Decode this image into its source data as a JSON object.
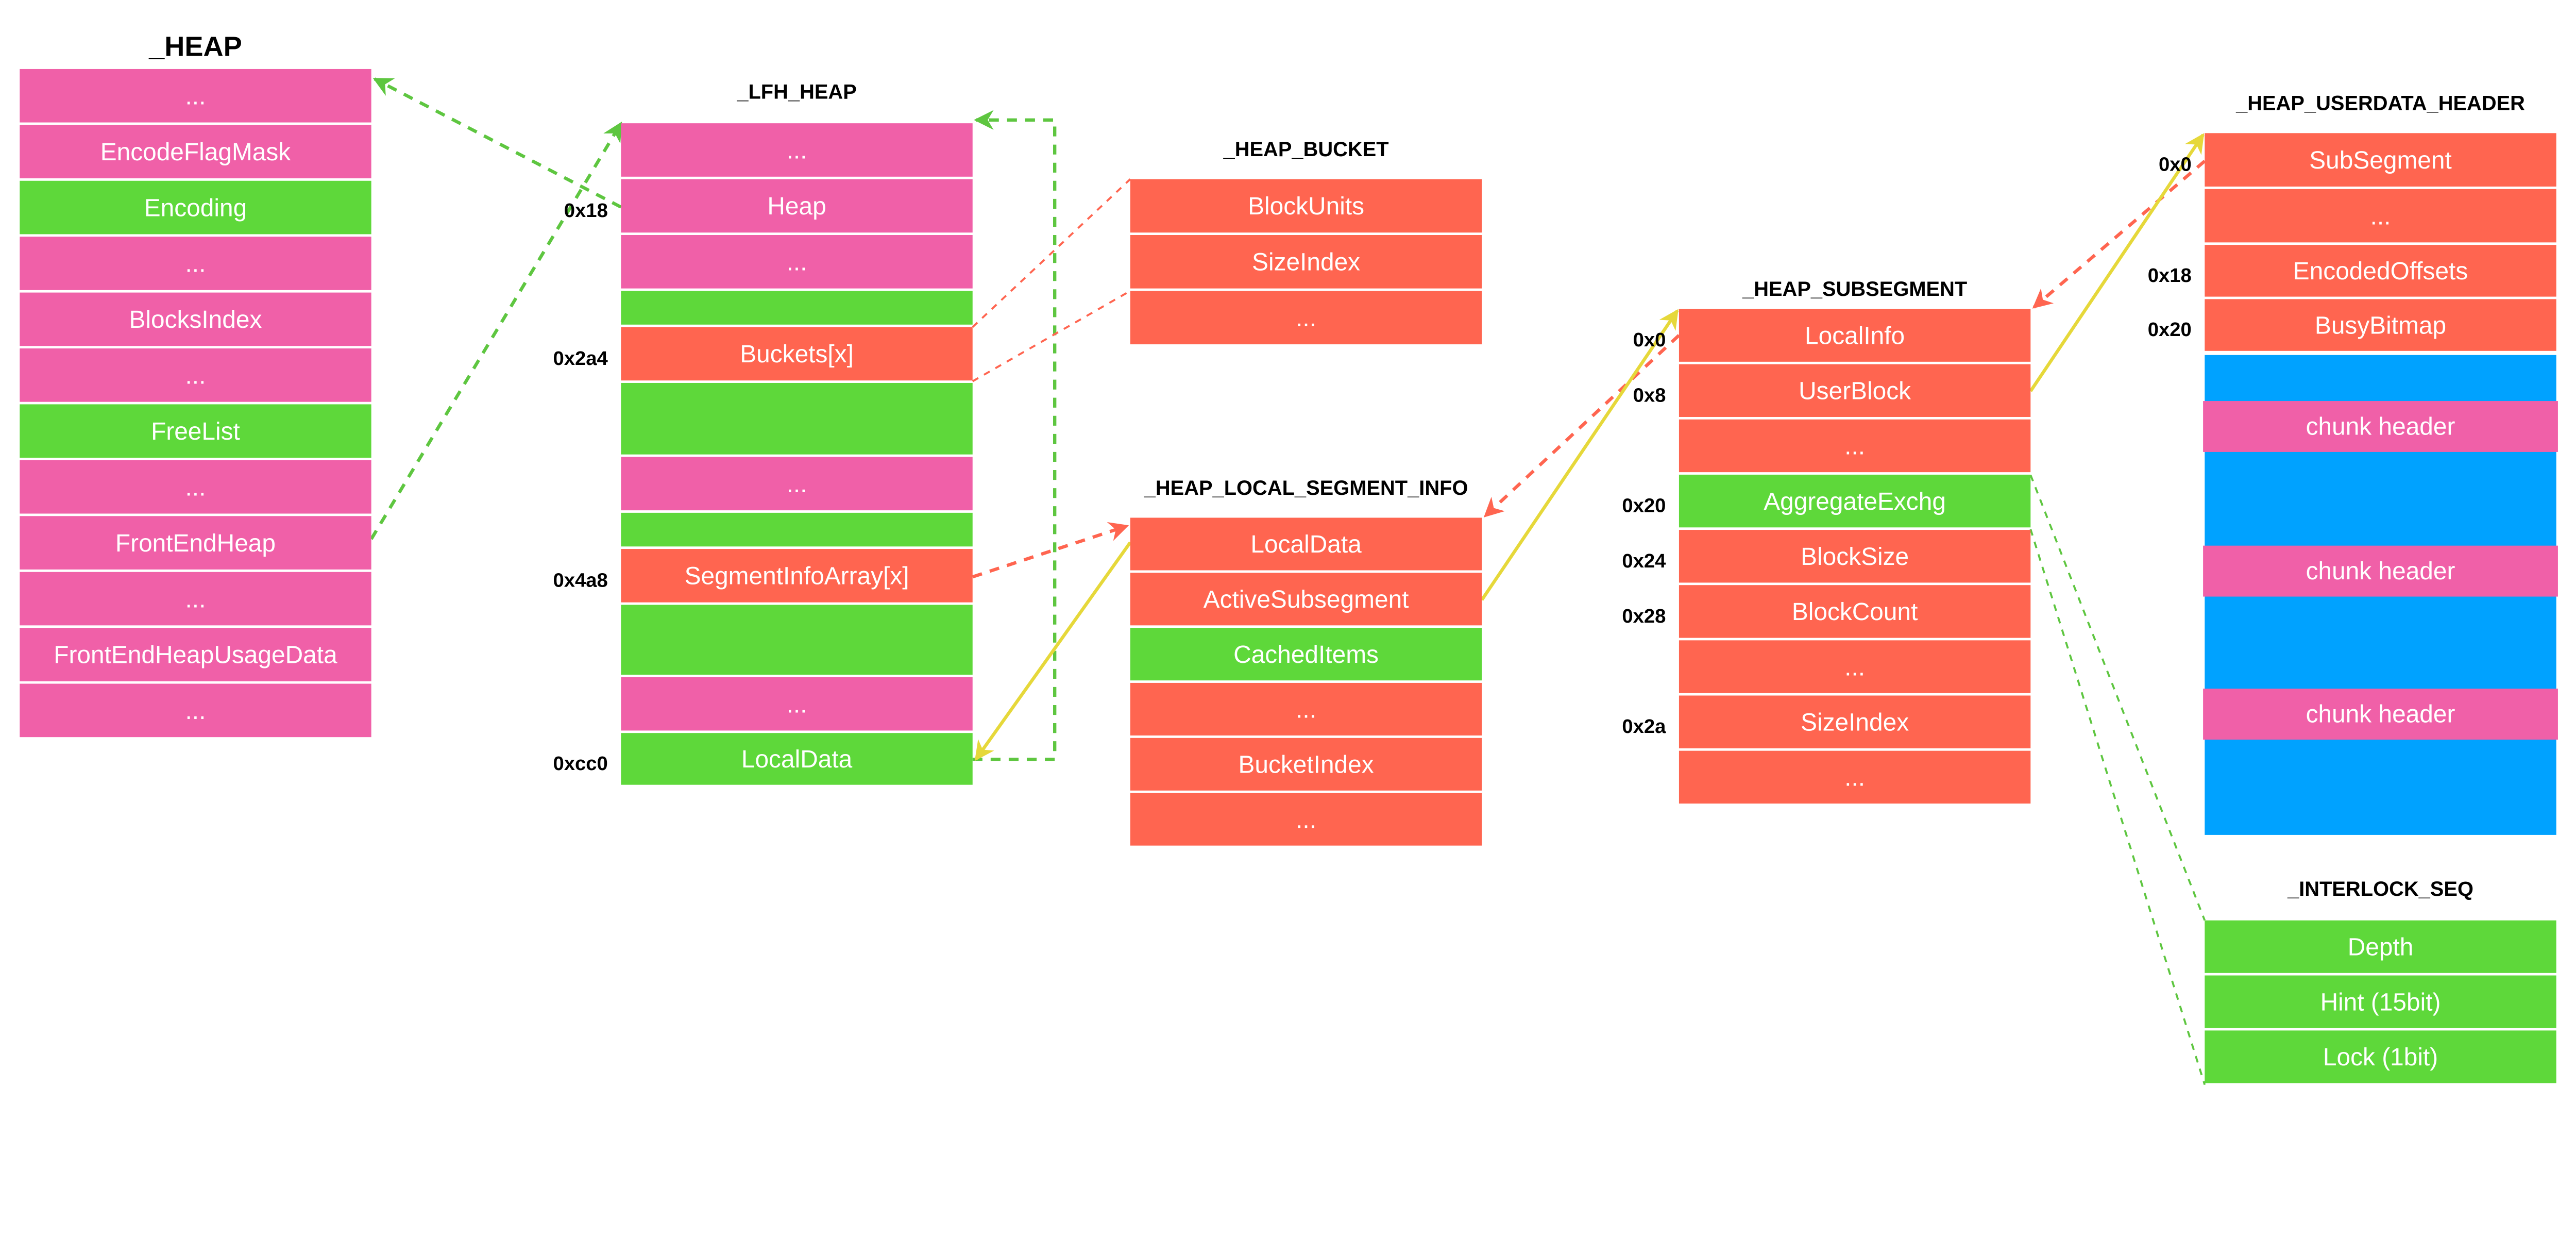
{
  "palette": {
    "pink": "#F060A8",
    "green": "#5ED83A",
    "red": "#FF6550",
    "blue": "#00A2FF",
    "yellow": "#E6D83A",
    "line_green": "#5EC640",
    "line_red": "#FF6550"
  },
  "structs": [
    {
      "id": "heap",
      "title": "_HEAP",
      "rows": [
        {
          "label": "...",
          "color": "pink"
        },
        {
          "label": "EncodeFlagMask",
          "color": "pink"
        },
        {
          "label": "Encoding",
          "color": "green"
        },
        {
          "label": "...",
          "color": "pink"
        },
        {
          "label": "BlocksIndex",
          "color": "pink"
        },
        {
          "label": "...",
          "color": "pink"
        },
        {
          "label": "FreeList",
          "color": "green"
        },
        {
          "label": "...",
          "color": "pink"
        },
        {
          "label": "FrontEndHeap",
          "color": "pink"
        },
        {
          "label": "...",
          "color": "pink"
        },
        {
          "label": "FrontEndHeapUsageData",
          "color": "pink"
        },
        {
          "label": "...",
          "color": "pink"
        }
      ],
      "offsets": []
    },
    {
      "id": "lfh",
      "title": "_LFH_HEAP",
      "rows": [
        {
          "label": "...",
          "color": "pink"
        },
        {
          "label": "Heap",
          "color": "pink"
        },
        {
          "label": "...",
          "color": "pink"
        },
        {
          "label": "",
          "color": "green"
        },
        {
          "label": "Buckets[x]",
          "color": "red"
        },
        {
          "label": "",
          "color": "green"
        },
        {
          "label": "...",
          "color": "pink"
        },
        {
          "label": "",
          "color": "green"
        },
        {
          "label": "SegmentInfoArray[x]",
          "color": "red"
        },
        {
          "label": "",
          "color": "green"
        },
        {
          "label": "...",
          "color": "pink"
        },
        {
          "label": "LocalData",
          "color": "green"
        }
      ],
      "offsets": [
        {
          "label": "0x18",
          "row": 1
        },
        {
          "label": "0x2a4",
          "row": 4
        },
        {
          "label": "0x4a8",
          "row": 8
        },
        {
          "label": "0xcc0",
          "row": 11
        }
      ]
    },
    {
      "id": "bucket",
      "title": "_HEAP_BUCKET",
      "rows": [
        {
          "label": "BlockUnits",
          "color": "red"
        },
        {
          "label": "SizeIndex",
          "color": "red"
        },
        {
          "label": "...",
          "color": "red"
        }
      ],
      "offsets": []
    },
    {
      "id": "lsi",
      "title": "_HEAP_LOCAL_SEGMENT_INFO",
      "rows": [
        {
          "label": "LocalData",
          "color": "red"
        },
        {
          "label": "ActiveSubsegment",
          "color": "red"
        },
        {
          "label": "CachedItems",
          "color": "green"
        },
        {
          "label": "...",
          "color": "red"
        },
        {
          "label": "BucketIndex",
          "color": "red"
        },
        {
          "label": "...",
          "color": "red"
        }
      ],
      "offsets": []
    },
    {
      "id": "subseg",
      "title": "_HEAP_SUBSEGMENT",
      "rows": [
        {
          "label": "LocalInfo",
          "color": "red"
        },
        {
          "label": "UserBlock",
          "color": "red"
        },
        {
          "label": "...",
          "color": "red"
        },
        {
          "label": "AggregateExchg",
          "color": "green"
        },
        {
          "label": "BlockSize",
          "color": "red"
        },
        {
          "label": "BlockCount",
          "color": "red"
        },
        {
          "label": "...",
          "color": "red"
        },
        {
          "label": "SizeIndex",
          "color": "red"
        },
        {
          "label": "...",
          "color": "red"
        }
      ],
      "offsets": [
        {
          "label": "0x0",
          "row": 0
        },
        {
          "label": "0x8",
          "row": 1
        },
        {
          "label": "0x20",
          "row": 3
        },
        {
          "label": "0x24",
          "row": 4
        },
        {
          "label": "0x28",
          "row": 5
        },
        {
          "label": "0x2a",
          "row": 7
        }
      ]
    },
    {
      "id": "userdata",
      "title": "_HEAP_USERDATA_HEADER",
      "rows": [
        {
          "label": "SubSegment",
          "color": "red"
        },
        {
          "label": "...",
          "color": "red"
        },
        {
          "label": "EncodedOffsets",
          "color": "red"
        },
        {
          "label": "BusyBitmap",
          "color": "red"
        }
      ],
      "offsets": [
        {
          "label": "0x0",
          "row": 0
        },
        {
          "label": "0x18",
          "row": 2
        },
        {
          "label": "0x20",
          "row": 3
        }
      ],
      "chunks": [
        "chunk header",
        "chunk header",
        "chunk header"
      ]
    },
    {
      "id": "interlock",
      "title": "_INTERLOCK_SEQ",
      "rows": [
        {
          "label": "Depth",
          "color": "green"
        },
        {
          "label": "Hint (15bit)",
          "color": "green"
        },
        {
          "label": "Lock (1bit)",
          "color": "green"
        }
      ],
      "offsets": []
    }
  ]
}
